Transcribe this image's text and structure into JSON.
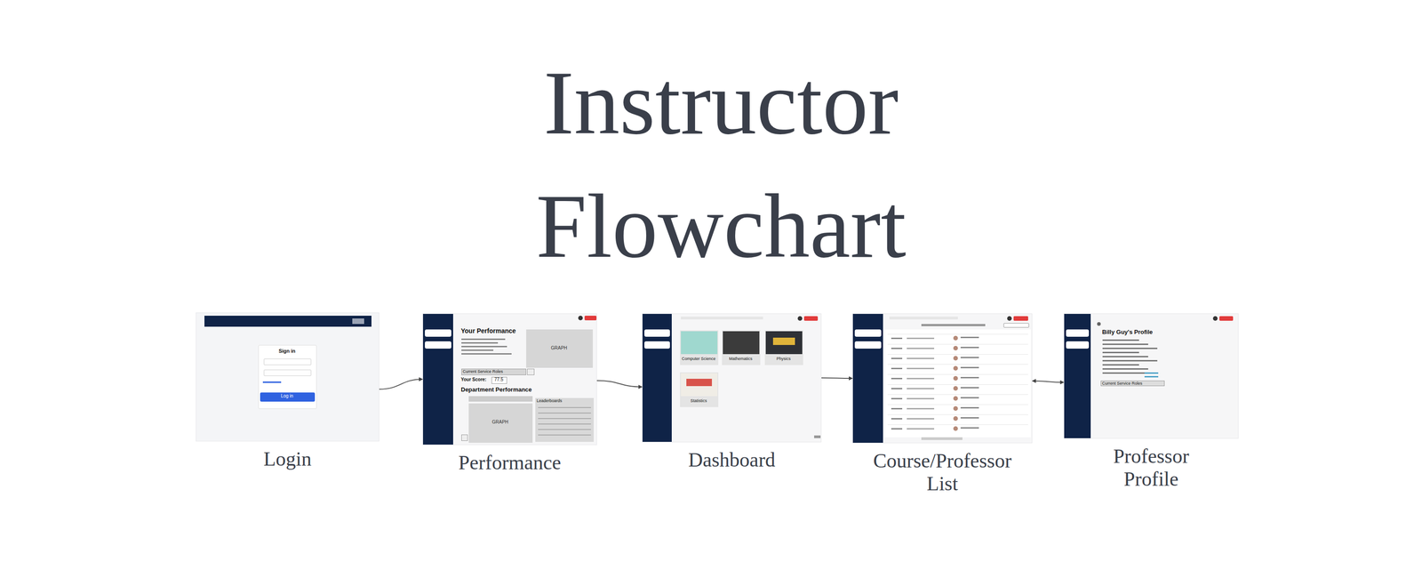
{
  "diagram": {
    "title": "Instructor Flowchart",
    "nodes": [
      {
        "text": [
          "Login"
        ]
      },
      {
        "text": [
          "Performance"
        ]
      },
      {
        "text": [
          "Dashboard"
        ]
      },
      {
        "text": [
          "Course/Professor List"
        ]
      },
      {
        "text": [
          "Professor Profile"
        ]
      }
    ],
    "edges": [
      {
        "from": 0,
        "to": 1,
        "arrow": "to"
      },
      {
        "from": 1,
        "to": 2,
        "arrow": "to"
      },
      {
        "from": 2,
        "to": 3,
        "arrow": "to"
      },
      {
        "from": 3,
        "to": 4,
        "arrow": "both"
      }
    ],
    "labels": [
      "Sign in",
      "Log in",
      "Your Performance",
      "GRAPH",
      "Current Service Roles",
      "Your Score:",
      "77.5",
      "Department Performance",
      "GRAPH",
      "Leaderboards",
      "Computer Science",
      "Mathematics",
      "Physics",
      "Statistics",
      "Billy Guy's Profile",
      "Current Service Roles"
    ]
  }
}
